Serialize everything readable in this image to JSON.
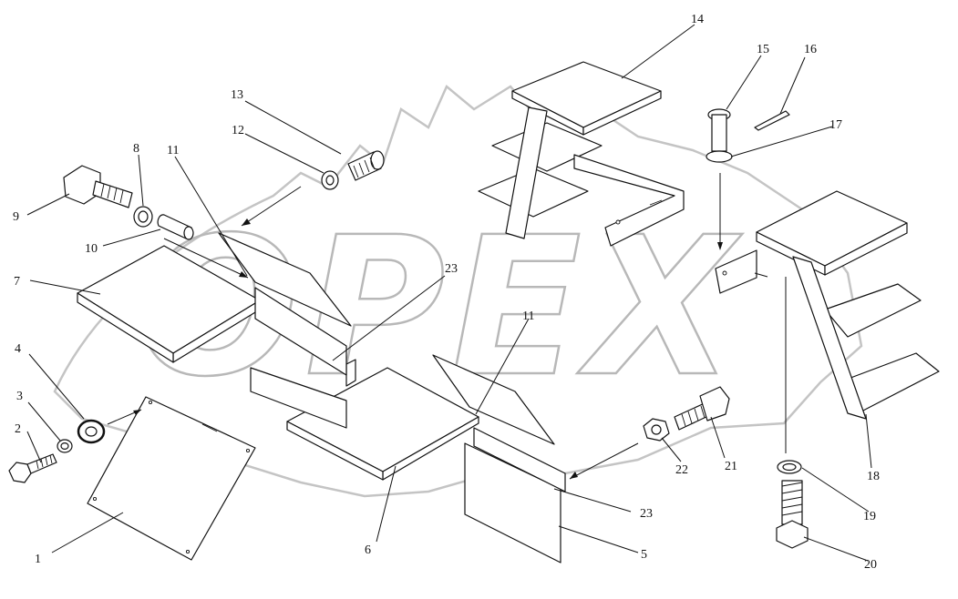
{
  "watermark": {
    "text": "OPEX",
    "color": "#b8b8b8"
  },
  "corner_mark": "",
  "callouts": [
    {
      "id": "c1",
      "label": "1"
    },
    {
      "id": "c2",
      "label": "2"
    },
    {
      "id": "c3",
      "label": "3"
    },
    {
      "id": "c4",
      "label": "4"
    },
    {
      "id": "c5",
      "label": "5"
    },
    {
      "id": "c6",
      "label": "6"
    },
    {
      "id": "c7",
      "label": "7"
    },
    {
      "id": "c8",
      "label": "8"
    },
    {
      "id": "c9",
      "label": "9"
    },
    {
      "id": "c10",
      "label": "10"
    },
    {
      "id": "c11a",
      "label": "11"
    },
    {
      "id": "c11b",
      "label": "11"
    },
    {
      "id": "c12",
      "label": "12"
    },
    {
      "id": "c13",
      "label": "13"
    },
    {
      "id": "c14",
      "label": "14"
    },
    {
      "id": "c15",
      "label": "15"
    },
    {
      "id": "c16",
      "label": "16"
    },
    {
      "id": "c17",
      "label": "17"
    },
    {
      "id": "c18",
      "label": "18"
    },
    {
      "id": "c19",
      "label": "19"
    },
    {
      "id": "c20",
      "label": "20"
    },
    {
      "id": "c21",
      "label": "21"
    },
    {
      "id": "c22",
      "label": "22"
    },
    {
      "id": "c23a",
      "label": "23"
    },
    {
      "id": "c23b",
      "label": "23"
    }
  ]
}
